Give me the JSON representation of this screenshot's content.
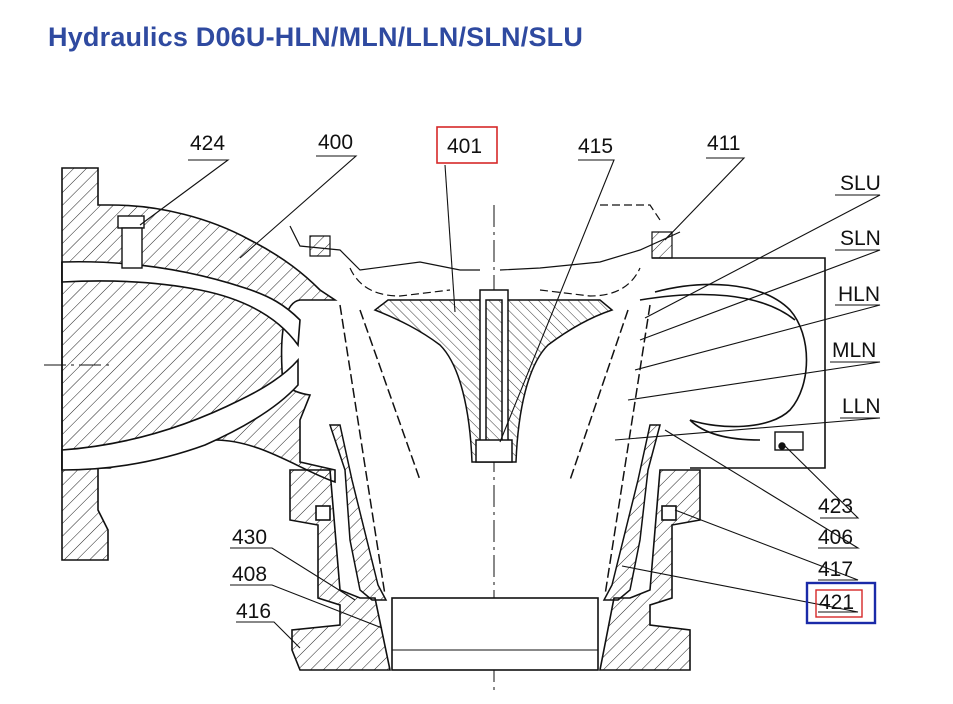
{
  "title": "Hydraulics D06U-HLN/MLN/LLN/SLN/SLU",
  "colors": {
    "title": "#2f4aa0",
    "highlight_red": "#d62828",
    "highlight_blue": "#1a2aa8",
    "line": "#111111"
  },
  "callouts": {
    "c424": "424",
    "c400": "400",
    "c401": "401",
    "c415": "415",
    "c411": "411",
    "cSLU": "SLU",
    "cSLN": "SLN",
    "cHLN": "HLN",
    "cMLN": "MLN",
    "cLLN": "LLN",
    "c423": "423",
    "c406": "406",
    "c417": "417",
    "c421": "421",
    "c430": "430",
    "c408": "408",
    "c416": "416"
  }
}
